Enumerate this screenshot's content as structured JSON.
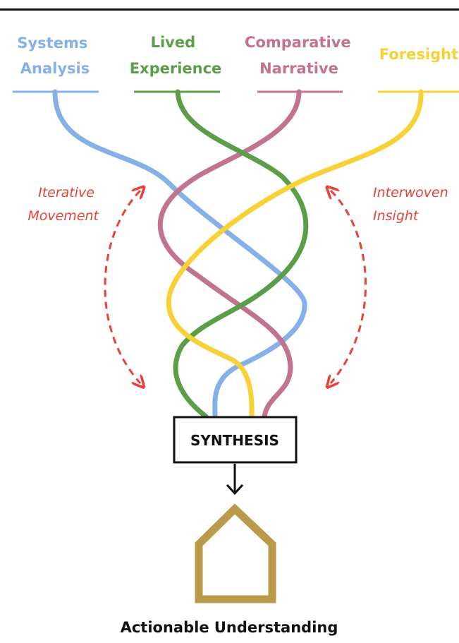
{
  "streams": [
    {
      "id": "systems",
      "lines": [
        "Systems",
        "Analysis"
      ],
      "color": "#85b0e8"
    },
    {
      "id": "lived",
      "lines": [
        "Lived",
        "Experience"
      ],
      "color": "#5b9e47"
    },
    {
      "id": "comparative",
      "lines": [
        "Comparative",
        "Narrative"
      ],
      "color": "#c2738e"
    },
    {
      "id": "foresight",
      "lines": [
        "Foresight"
      ],
      "color": "#f6d237"
    }
  ],
  "notes": {
    "left": [
      "Iterative",
      "Movement"
    ],
    "right": [
      "Interwoven",
      "Insight"
    ],
    "arrow_color": "#e8433b"
  },
  "synthesis": {
    "label": "SYNTHESIS"
  },
  "outcome": {
    "label": "Actionable Understanding",
    "icon": "house-icon",
    "color": "#b99a4a"
  }
}
